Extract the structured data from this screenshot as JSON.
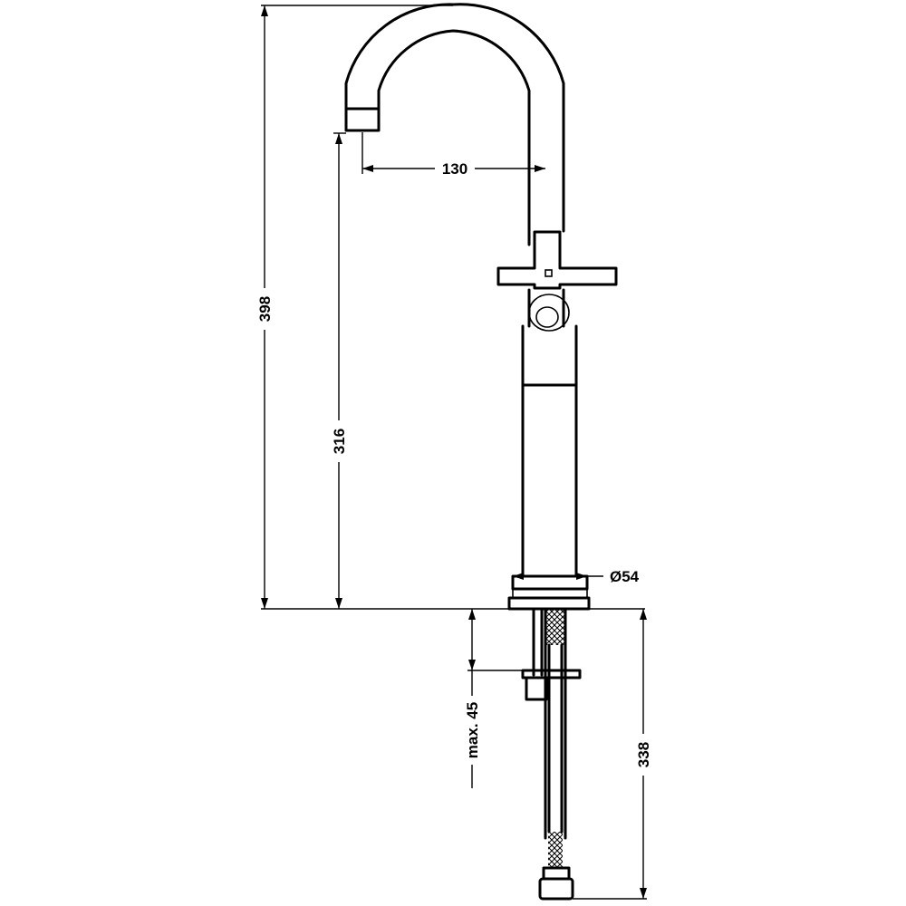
{
  "dimensions": {
    "overall_height": "398",
    "spout_height": "316",
    "spout_reach": "130",
    "base_diameter": "Ø54",
    "max_thickness": "max. 45",
    "hose_length": "338"
  },
  "colors": {
    "line": "#000000",
    "background": "#ffffff"
  }
}
